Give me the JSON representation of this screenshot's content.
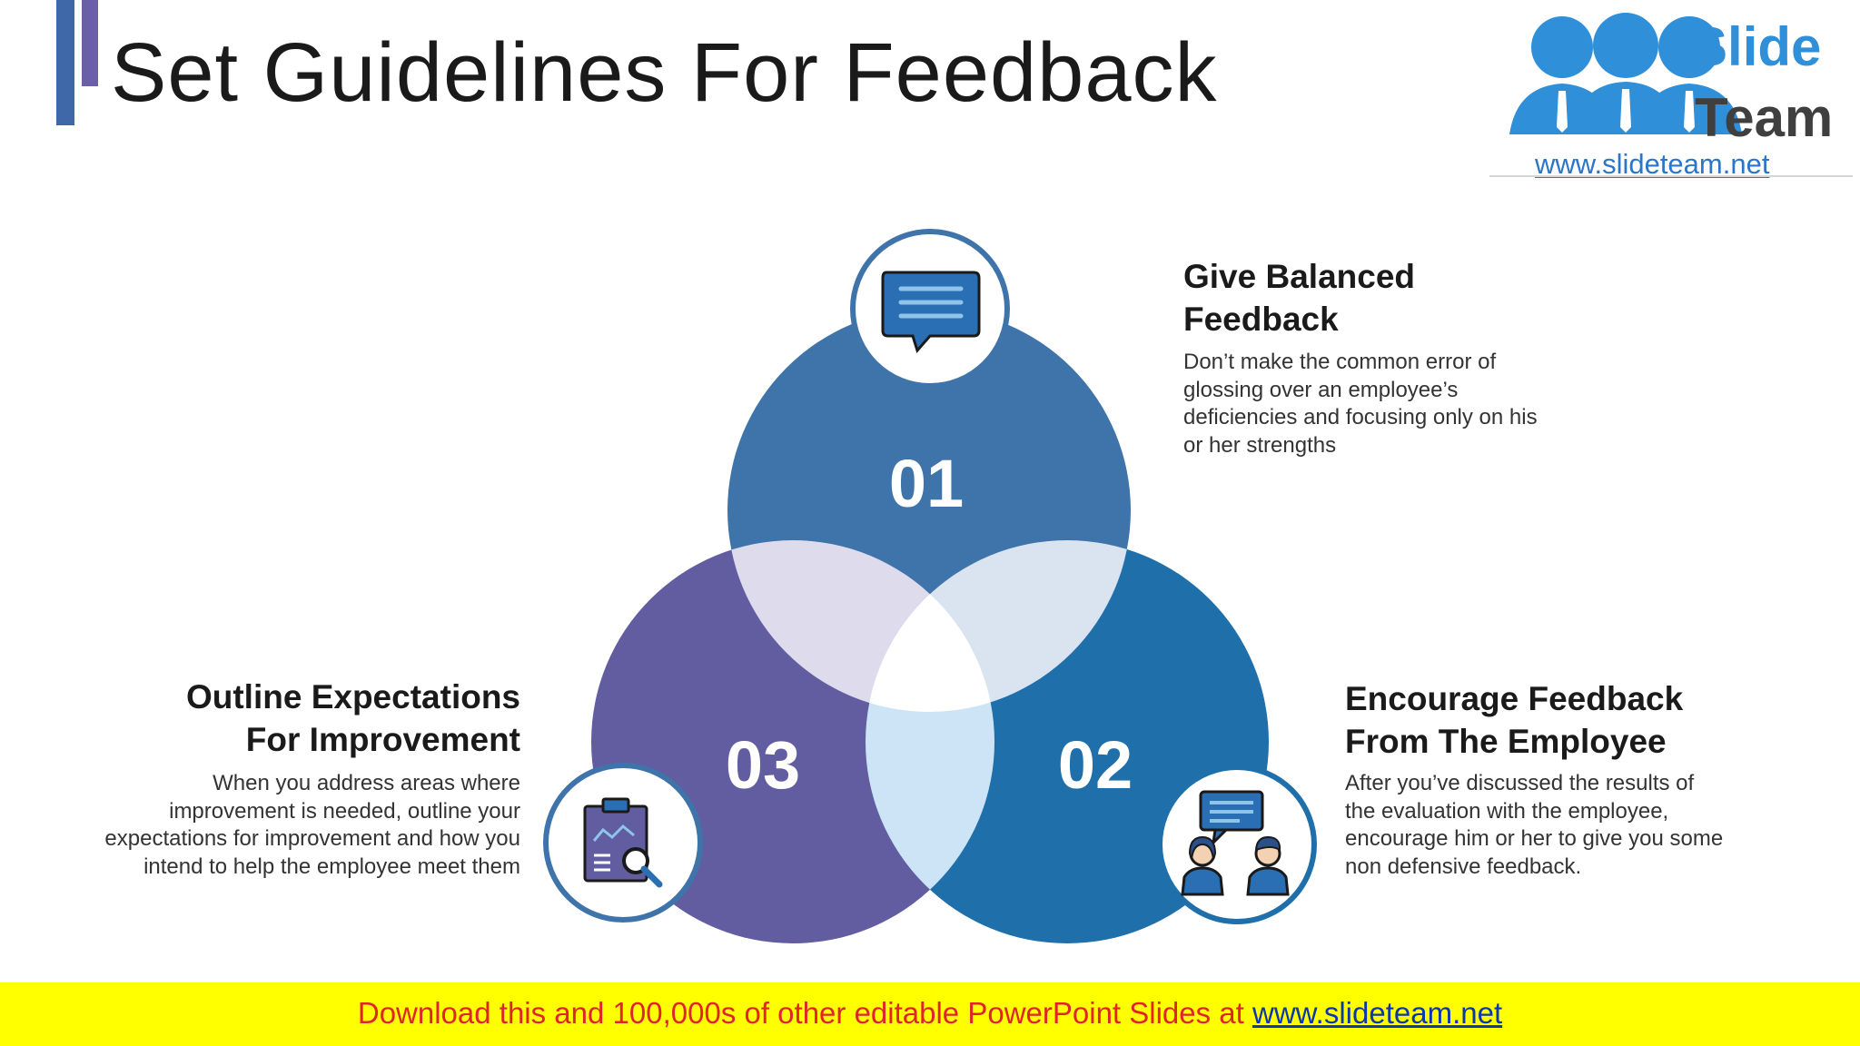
{
  "title": "Set Guidelines For Feedback",
  "logo": {
    "line1": "Slide",
    "line2": "Team",
    "url": "www.slideteam.net"
  },
  "colors": {
    "circle_01": "#3f74ab",
    "circle_02": "#1f6faa",
    "circle_03": "#625ca1",
    "overlap_left": "#dedbed",
    "overlap_right": "#d9e4f0",
    "overlap_bottom": "#cce4f5",
    "accent": "#3f68a8",
    "footer_bg": "#ffff00",
    "footer_text": "#e0242b",
    "footer_link": "#0a36b0"
  },
  "items": [
    {
      "number": "01",
      "heading_l1": "Give Balanced",
      "heading_l2": "Feedback",
      "body": [
        "Don’t make the common error of",
        "glossing over an employee’s",
        "deficiencies and focusing only on his",
        "or her strengths"
      ],
      "icon": "speech-bubble-icon"
    },
    {
      "number": "02",
      "heading_l1": "Encourage Feedback",
      "heading_l2": "From The Employee",
      "body": [
        "After you’ve discussed the results of",
        "the evaluation with the employee,",
        "encourage him or her to give you some",
        "non defensive feedback."
      ],
      "icon": "people-conversation-icon"
    },
    {
      "number": "03",
      "heading_l1": "Outline Expectations",
      "heading_l2": "For Improvement",
      "body": [
        "When you address areas where",
        "improvement is needed, outline your",
        "expectations for improvement and how you",
        "intend to help the employee meet them"
      ],
      "icon": "clipboard-search-icon"
    }
  ],
  "footer": {
    "text": "Download this and 100,000s of other editable PowerPoint Slides at ",
    "link": "www.slideteam.net"
  }
}
